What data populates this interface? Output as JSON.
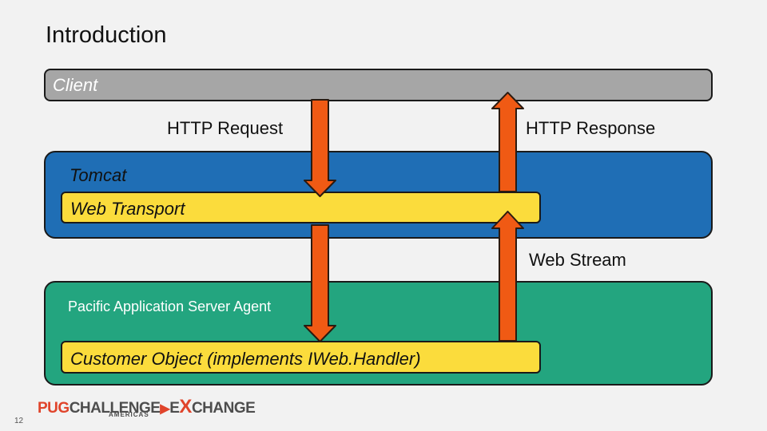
{
  "title": "Introduction",
  "client": {
    "label": "Client"
  },
  "http_request": "HTTP Request",
  "http_response": "HTTP Response",
  "tomcat": {
    "label": "Tomcat"
  },
  "web_transport": {
    "label": "Web Transport"
  },
  "web_stream": "Web Stream",
  "pasoe": {
    "label": "Pacific Application Server Agent"
  },
  "customer_object": {
    "label": "Customer Object (implements IWeb.Handler)"
  },
  "logo": {
    "part1": "PUG",
    "part2": "CHALLENGE",
    "part3": "E",
    "part4": "X",
    "part5": "CHANGE",
    "sub": "AMERICAS"
  },
  "page_number": "12",
  "colors": {
    "client": "#a6a6a6",
    "tomcat": "#1f6eb5",
    "pasoe": "#23a57f",
    "yellow_box": "#fbdc3c",
    "arrow": "#f05a14"
  }
}
